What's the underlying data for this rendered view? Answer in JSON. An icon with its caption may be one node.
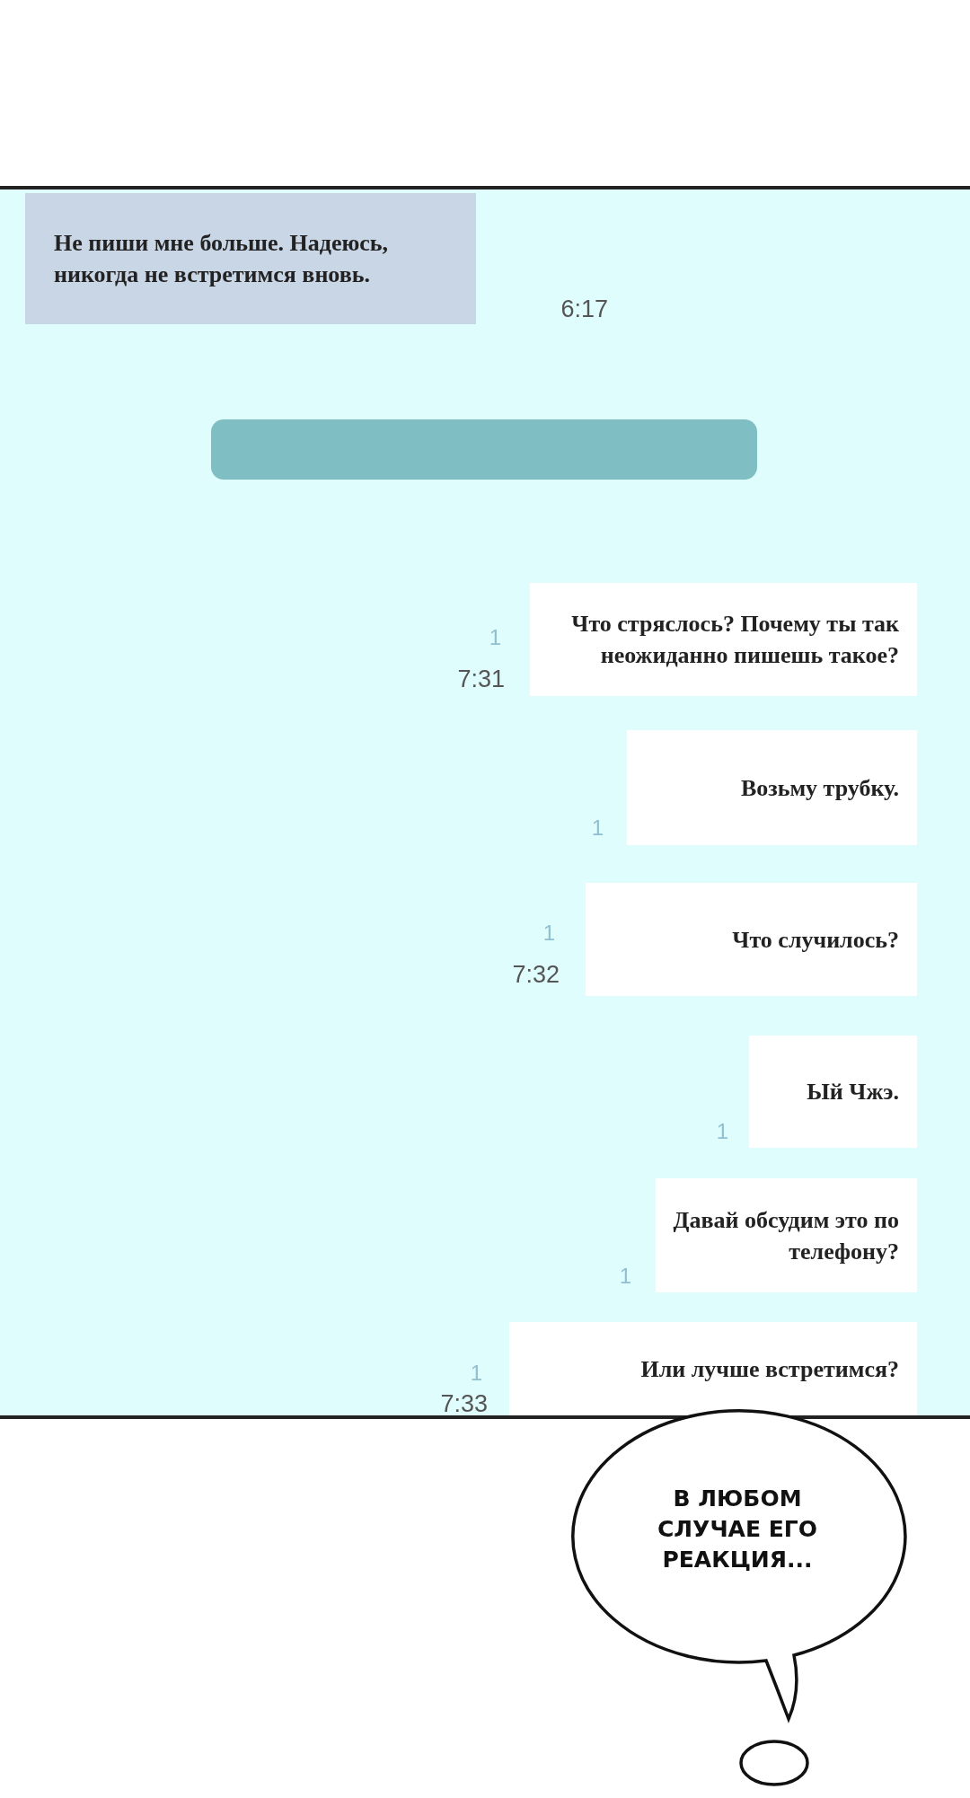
{
  "diagram": {
    "nodes": [
      {
        "text": [],
        "shape": "box"
      },
      {
        "text": [
          "Не пиши мне больше. Надеюсь, никогда не встретимся вновь."
        ],
        "in": 0,
        "beside": [
          "6:17"
        ]
      },
      {
        "text": [],
        "shape": "bar",
        "in": 0
      },
      {
        "text": [
          "Что стряслось? Почему ты так неожиданно пишешь такое?"
        ],
        "in": 0,
        "beside": [
          "1",
          "7:31"
        ]
      },
      {
        "text": [
          "Возьму трубку."
        ],
        "in": 0,
        "beside": [
          "1"
        ]
      },
      {
        "text": [
          "Что случилось?"
        ],
        "in": 0,
        "beside": [
          "1",
          "7:32"
        ]
      },
      {
        "text": [
          "Ый Чжэ."
        ],
        "in": 0,
        "beside": [
          "1"
        ]
      },
      {
        "text": [
          "Давай обсудим это по телефону?"
        ],
        "in": 0,
        "beside": [
          "1"
        ]
      },
      {
        "text": [
          "Или лучше встретимся?"
        ],
        "in": 0,
        "beside": [
          "1",
          "7:33"
        ]
      },
      {
        "text": [
          "В ЛЮБОМ СЛУЧАЕ ЕГО РЕАКЦИЯ..."
        ]
      }
    ]
  }
}
